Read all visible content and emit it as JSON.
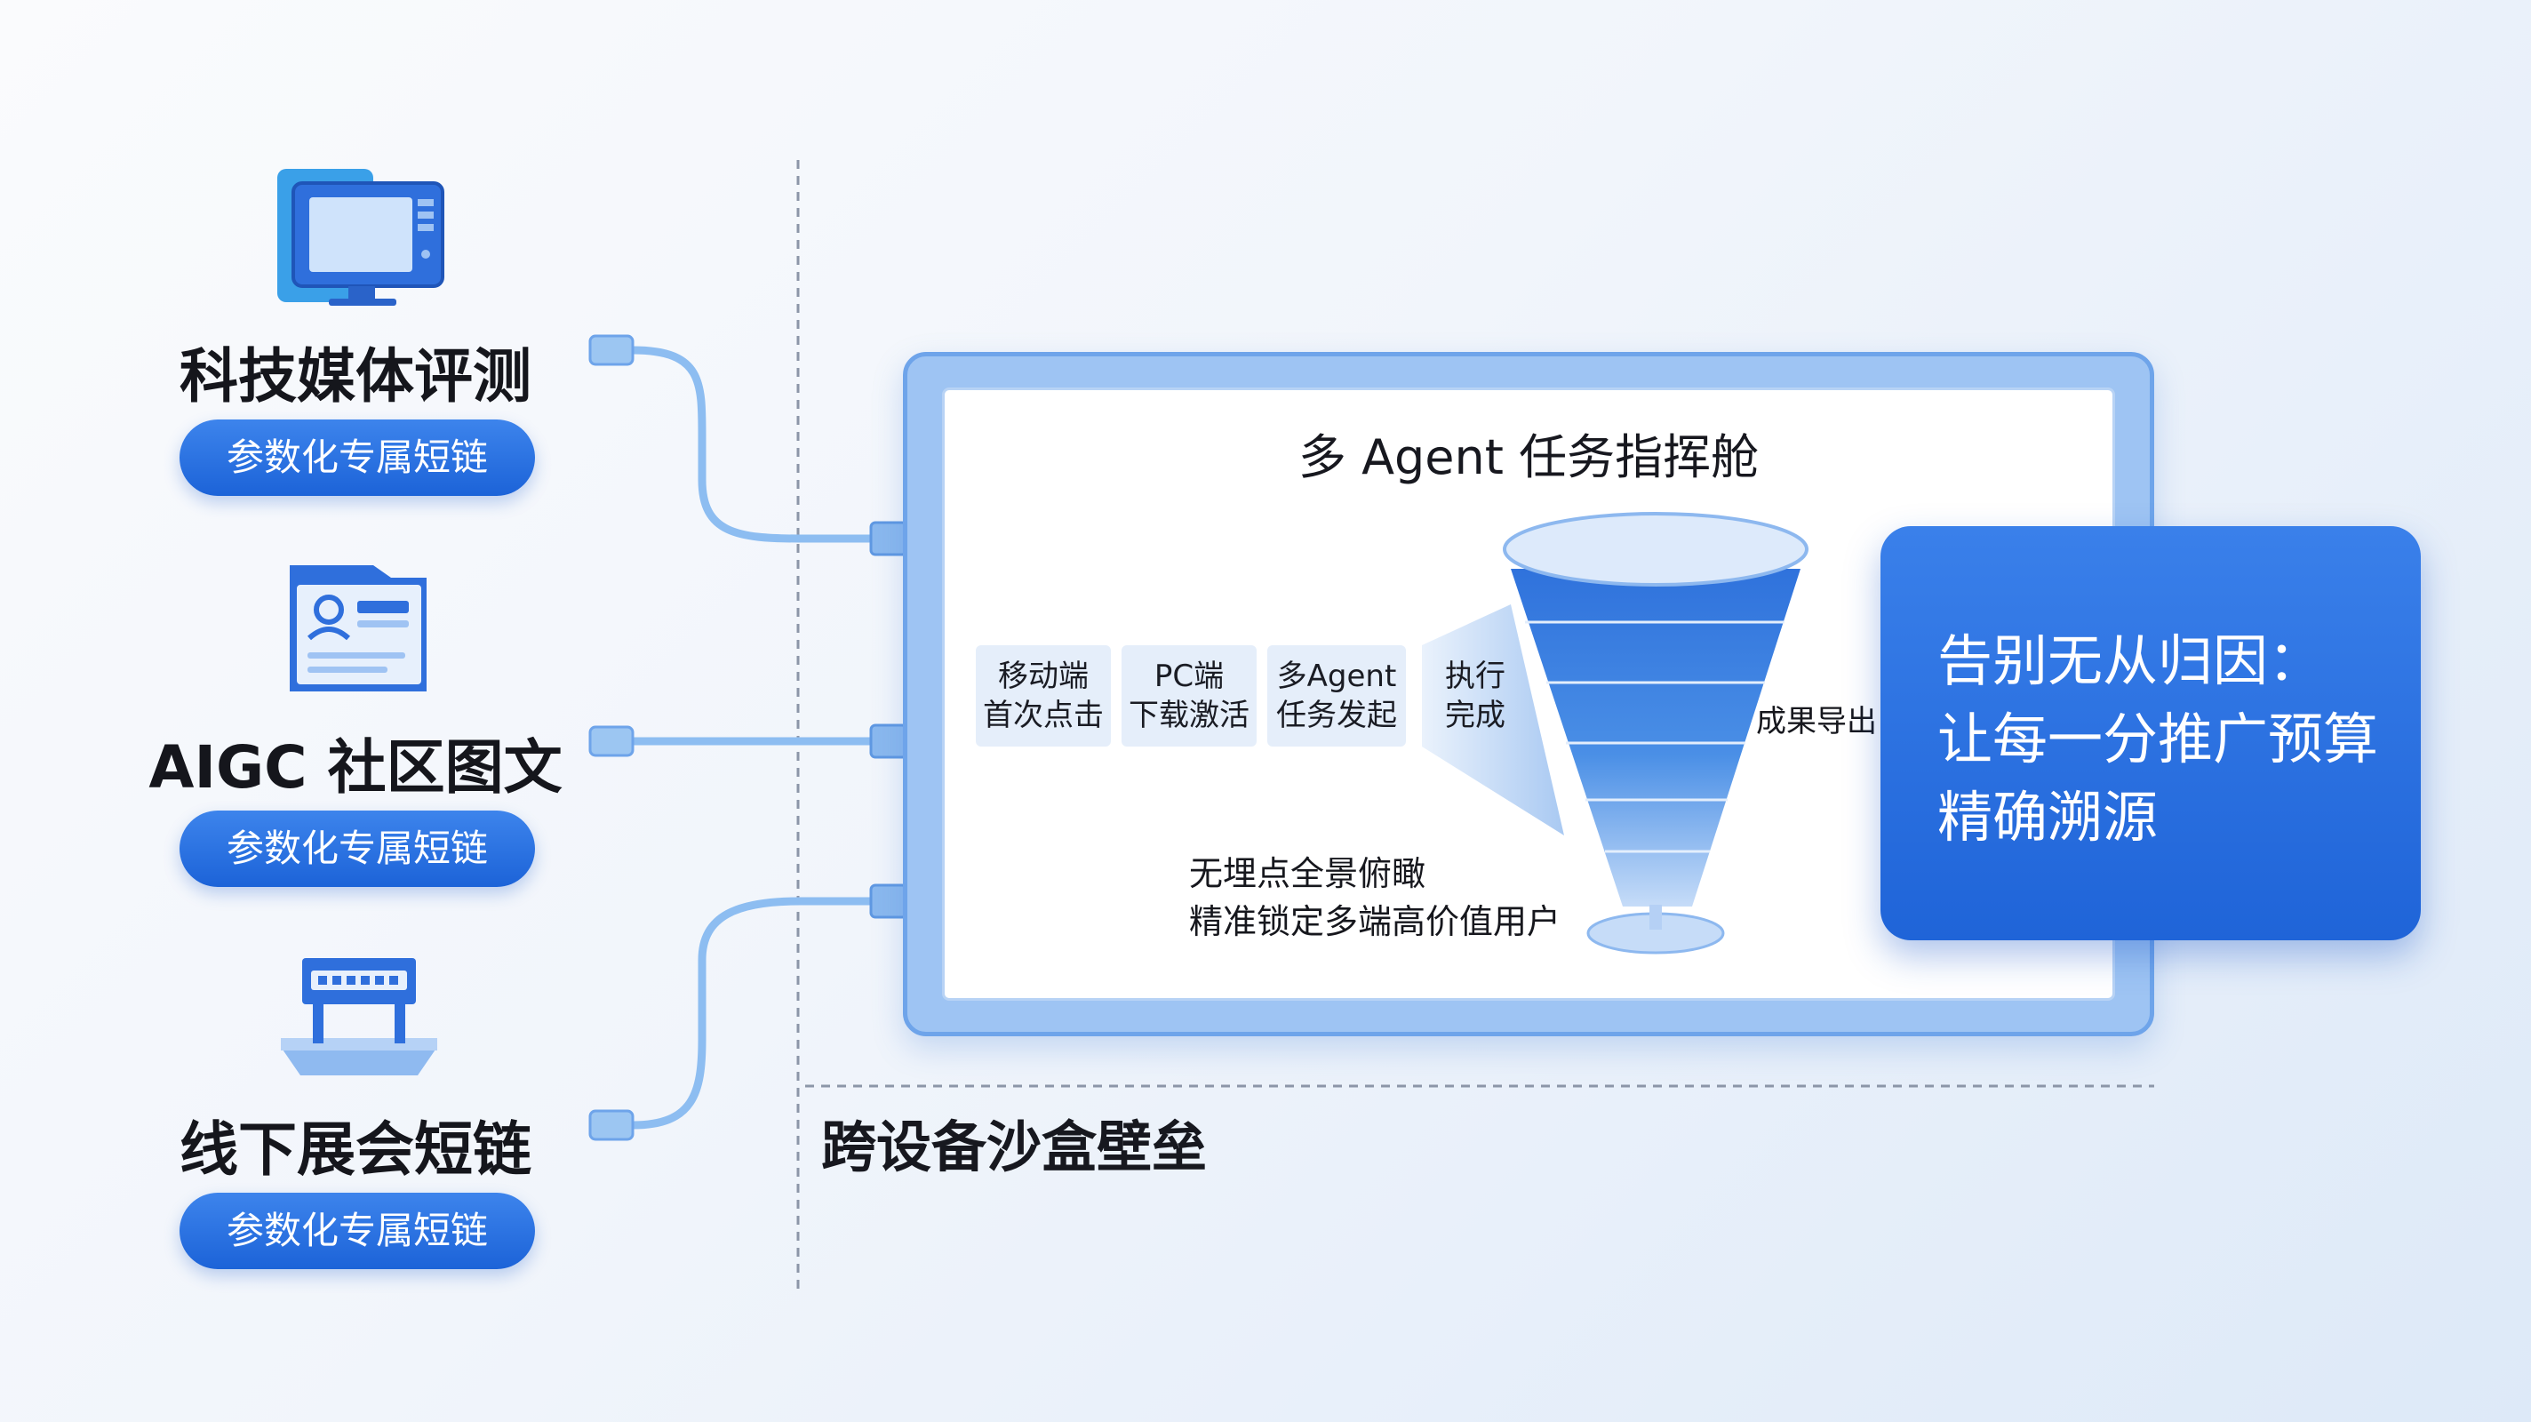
{
  "sources": [
    {
      "title": "科技媒体评测",
      "badge": "参数化专属短链",
      "icon": "monitor-icon"
    },
    {
      "title": "AIGC 社区图文",
      "badge": "参数化专属短链",
      "icon": "id-card-icon"
    },
    {
      "title": "线下展会短链",
      "badge": "参数化专属短链",
      "icon": "booth-icon"
    }
  ],
  "command_center": {
    "title": "多 Agent 任务指挥舱",
    "steps": [
      {
        "line1": "移动端",
        "line2": "首次点击"
      },
      {
        "line1": "PC端",
        "line2": "下载激活"
      },
      {
        "line1": "多Agent",
        "line2": "任务发起"
      },
      {
        "line1": "执行",
        "line2": "完成"
      }
    ],
    "output_label": "成果导出",
    "caption_line1": "无埋点全景俯瞰",
    "caption_line2": "精准锁定多端高价值用户"
  },
  "slogan": {
    "line1": "告别无从归因：",
    "line2": "让每一分推广预算",
    "line3": "精确溯源"
  },
  "sandbox_label": "跨设备沙盒壁垒",
  "colors": {
    "primary_blue": "#1f64d8",
    "light_blue": "#9ec4f3",
    "cable_blue": "#8dbdf1",
    "title_dark": "#15161c"
  }
}
